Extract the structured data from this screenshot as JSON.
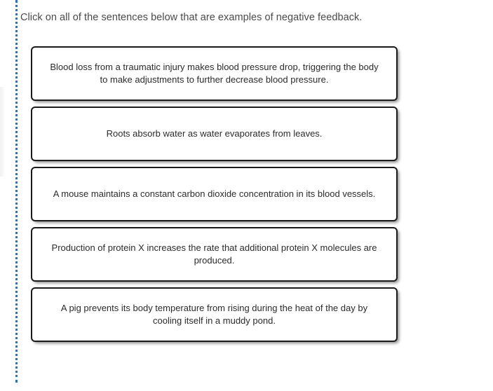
{
  "colors": {
    "dotted_rule": "#3072b6",
    "choice_border": "#1b1b1b",
    "prompt_text": "#4a4a4a",
    "choice_text": "#2b2b2b",
    "background": "#ffffff"
  },
  "prompt": {
    "text": "Click on all of the sentences below that are examples of negative feedback."
  },
  "choices": [
    {
      "id": "choice-1",
      "text": "Blood loss from a traumatic injury makes blood pressure drop, triggering the body to make adjustments to further decrease blood pressure.",
      "selected": false
    },
    {
      "id": "choice-2",
      "text": "Roots absorb water as water evaporates from leaves.",
      "selected": false
    },
    {
      "id": "choice-3",
      "text": "A mouse maintains a constant carbon dioxide concentration in its blood vessels.",
      "selected": false
    },
    {
      "id": "choice-4",
      "text": "Production of protein X increases the rate that additional protein X molecules are produced.",
      "selected": false
    },
    {
      "id": "choice-5",
      "text": "A pig prevents its body temperature from rising during the heat of the day by cooling itself in a muddy pond.",
      "selected": false
    }
  ]
}
